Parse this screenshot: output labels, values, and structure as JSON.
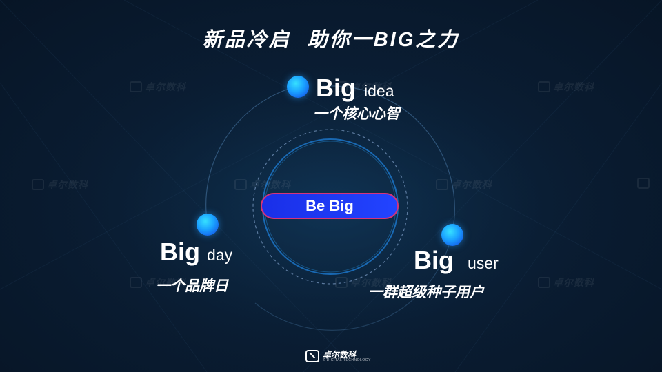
{
  "title": {
    "part1": "新品冷启",
    "part2": "助你一BIG之力"
  },
  "center": {
    "label": "Be Big"
  },
  "nodes": [
    {
      "id": "idea",
      "big": "Big",
      "word": "idea",
      "caption": "一个核心心智"
    },
    {
      "id": "day",
      "big": "Big",
      "word": "day",
      "caption": "一个品牌日"
    },
    {
      "id": "user",
      "big": "Big",
      "word": "user",
      "caption": "一群超级种子用户"
    }
  ],
  "watermark": {
    "text": "卓尔数科"
  },
  "footer": {
    "logo_text": "卓尔数科",
    "logo_sub": "Z-DIGITAL TECHNOLOGY"
  },
  "colors": {
    "background": "#0a1d33",
    "pill_fill": "#2244ff",
    "pill_border": "#d6337a",
    "orb": "#1aa0ff",
    "ring": "#4a7aa8"
  }
}
